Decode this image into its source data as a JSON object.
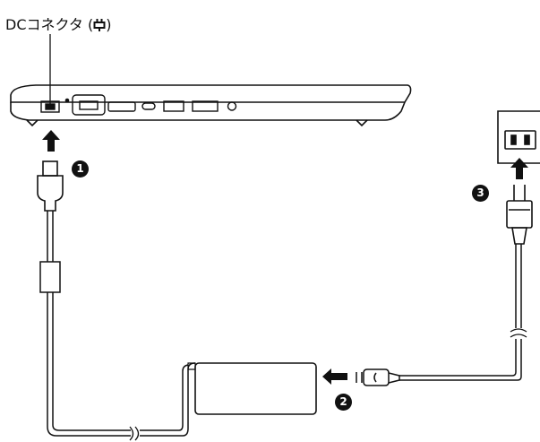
{
  "caption": {
    "connector_label": "DCコネクタ (",
    "connector_close": ")",
    "dc_symbol_name": "dc-power-icon"
  },
  "steps": [
    {
      "number": "1"
    },
    {
      "number": "2"
    },
    {
      "number": "3"
    }
  ],
  "colors": {
    "line": "#111111",
    "background": "#ffffff",
    "badge": "#111111"
  }
}
